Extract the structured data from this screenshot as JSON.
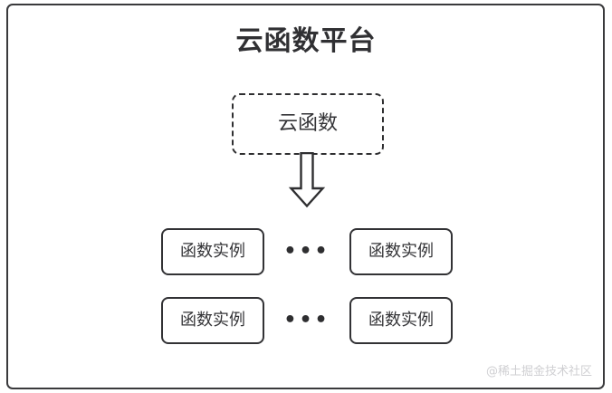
{
  "diagram": {
    "title": "云函数平台",
    "cloud_function": {
      "label": "云函数",
      "style": "dashed"
    },
    "arrow": {
      "icon_name": "down-block-arrow",
      "direction": "down"
    },
    "instance_rows": [
      {
        "left": {
          "label": "函数实例"
        },
        "ellipsis": "•••",
        "right": {
          "label": "函数实例"
        }
      },
      {
        "left": {
          "label": "函数实例"
        },
        "ellipsis": "•••",
        "right": {
          "label": "函数实例"
        }
      }
    ],
    "watermark": "@稀土掘金技术社区",
    "colors": {
      "stroke": "#323235",
      "title_text": "#303033",
      "body_text": "#343437",
      "background": "#ffffff",
      "watermark_text": "#cfcfd2"
    }
  }
}
